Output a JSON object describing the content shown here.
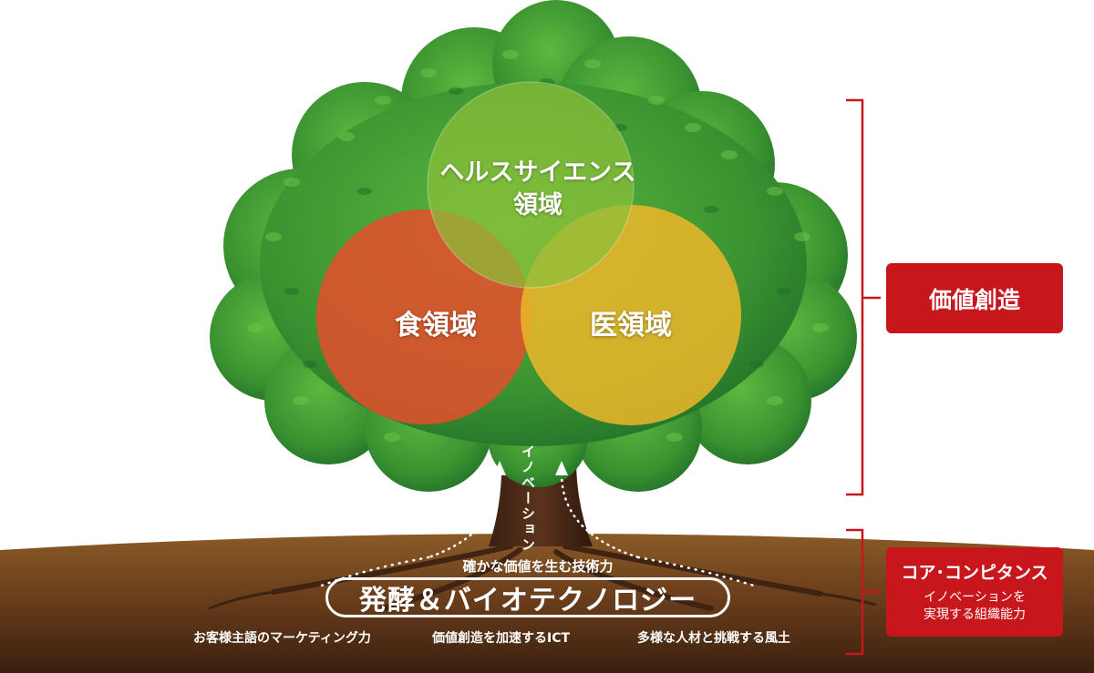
{
  "tree": {
    "health_label_line1": "ヘルスサイエンス",
    "health_label_line2": "領域",
    "food_label": "食領域",
    "medical_label": "医領域",
    "innovation_vertical": "イノベーション",
    "tech_caption": "確かな価値を生む技術力",
    "core_label": "発酵＆バイオテクノロジー",
    "bottom_captions": [
      "お客様主語のマーケティング力",
      "価値創造を加速するICT",
      "多様な人材と挑戦する風土"
    ]
  },
  "sidebar": {
    "value_box_label": "価値創造",
    "core_box_title": "コア･コンピタンス",
    "core_box_sub_line1": "イノベーションを",
    "core_box_sub_line2": "実現する組織能力"
  },
  "colors": {
    "accent_red": "#c8161d",
    "food_circle": "#e0502c",
    "medical_circle": "#e8b52a",
    "health_circle": "#8cbf3a",
    "foliage": "#3f9b2f",
    "soil": "#6b3e1c",
    "trunk": "#4a2a18"
  }
}
